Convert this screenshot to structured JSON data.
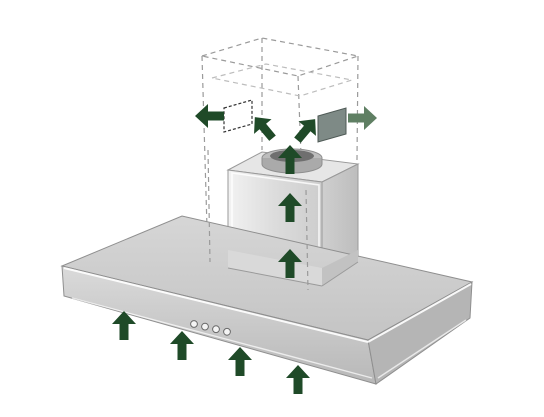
{
  "diagram": {
    "subject": "range-hood-airflow",
    "colors": {
      "arrow": "#1f4a28",
      "arrow_light": "#5f7f63",
      "metal_light": "#e2e2e2",
      "metal_mid": "#c9c9c9",
      "metal_dark": "#a9a9a9",
      "outline": "#8f8f8f",
      "dashed": "#9a9a9a",
      "vent_plate": "#7e8a86"
    },
    "controls": {
      "button_count": 4
    },
    "airflow_arrows": {
      "intake_below_canopy": 4,
      "rising_through_chimney": 3,
      "exhaust_outlets": 4
    }
  }
}
